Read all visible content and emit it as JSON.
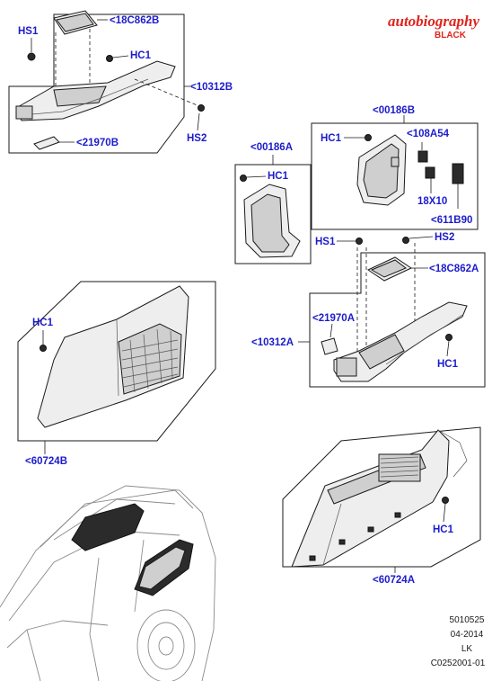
{
  "brand": {
    "line1": "autobiography",
    "line2": "BLACK"
  },
  "labels": {
    "hs1_top": "HS1",
    "c18c862b": "<18C862B",
    "hc1_top": "HC1",
    "c10312b": "<10312B",
    "hs2_top": "HS2",
    "c21970b": "<21970B",
    "c00186b": "<00186B",
    "hc1_b": "HC1",
    "c108a54": "<108A54",
    "c18x10": "18X10",
    "c611b90": "<611B90",
    "c00186a": "<00186A",
    "hc1_a": "HC1",
    "hs1_mid": "HS1",
    "hs2_mid": "HS2",
    "c18c862a": "<18C862A",
    "c21970a": "<21970A",
    "c10312a": "<10312A",
    "hc1_mid": "HC1",
    "hc1_left": "HC1",
    "c60724b": "<60724B",
    "hc1_right": "HC1",
    "c60724a": "<60724A"
  },
  "reference": {
    "line1": "5010525",
    "line2": "04-2014",
    "line3": "LK",
    "line4": "C0252001-01"
  }
}
